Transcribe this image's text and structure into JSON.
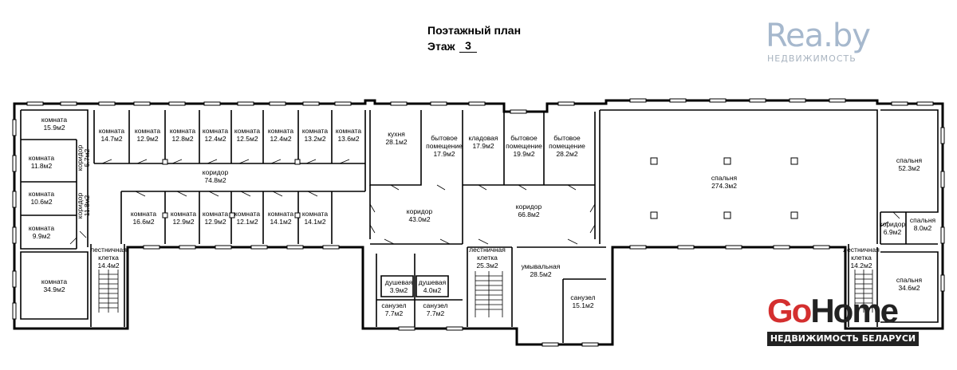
{
  "header": {
    "title": "Поэтажный план",
    "floor_label": "Этаж",
    "floor_value": "3"
  },
  "watermarks": {
    "rea": {
      "name": "Rea.by",
      "subtitle": "НЕДВИЖИМОСТЬ"
    },
    "gohome": {
      "go": "Go",
      "home": "Home",
      "subtitle": "НЕДВИЖИМОСТЬ БЕЛАРУСИ"
    }
  },
  "rooms": [
    {
      "id": "r-komnata-15-9",
      "lines": [
        "комната",
        "15.9м2"
      ]
    },
    {
      "id": "r-komnata-11-8",
      "lines": [
        "комната",
        "11.8м2"
      ]
    },
    {
      "id": "r-koridor-5-7",
      "lines": [
        "коридор",
        "5.7м2"
      ],
      "vertical": true
    },
    {
      "id": "r-komnata-10-6",
      "lines": [
        "комната",
        "10.6м2"
      ]
    },
    {
      "id": "r-koridor-11-8",
      "lines": [
        "коридор",
        "11.8м2"
      ],
      "vertical": true
    },
    {
      "id": "r-komnata-9-9",
      "lines": [
        "комната",
        "9.9м2"
      ]
    },
    {
      "id": "r-komnata-34-9",
      "lines": [
        "комната",
        "34.9м2"
      ]
    },
    {
      "id": "r-stair-left",
      "lines": [
        "лестничная",
        "клетка",
        "14.4м2"
      ]
    },
    {
      "id": "r-komnata-14-7",
      "lines": [
        "комната",
        "14.7м2"
      ]
    },
    {
      "id": "r-komnata-12-9a",
      "lines": [
        "комната",
        "12.9м2"
      ]
    },
    {
      "id": "r-komnata-12-8",
      "lines": [
        "комната",
        "12.8м2"
      ]
    },
    {
      "id": "r-komnata-12-4a",
      "lines": [
        "комната",
        "12.4м2"
      ]
    },
    {
      "id": "r-komnata-12-5",
      "lines": [
        "комната",
        "12.5м2"
      ]
    },
    {
      "id": "r-komnata-12-4b",
      "lines": [
        "комната",
        "12.4м2"
      ]
    },
    {
      "id": "r-komnata-13-2",
      "lines": [
        "комната",
        "13.2м2"
      ]
    },
    {
      "id": "r-komnata-13-6",
      "lines": [
        "комната",
        "13.6м2"
      ]
    },
    {
      "id": "r-koridor-74-8",
      "lines": [
        "коридор",
        "74.8м2"
      ]
    },
    {
      "id": "r-komnata-16-6",
      "lines": [
        "комната",
        "16.6м2"
      ]
    },
    {
      "id": "r-komnata-12-9b",
      "lines": [
        "комната",
        "12.9м2"
      ]
    },
    {
      "id": "r-komnata-12-9c",
      "lines": [
        "комната",
        "12.9м2"
      ]
    },
    {
      "id": "r-komnata-12-1",
      "lines": [
        "комната",
        "12.1м2"
      ]
    },
    {
      "id": "r-komnata-14-1a",
      "lines": [
        "комната",
        "14.1м2"
      ]
    },
    {
      "id": "r-komnata-14-1b",
      "lines": [
        "комната",
        "14.1м2"
      ]
    },
    {
      "id": "r-kuhnya",
      "lines": [
        "кухня",
        "28.1м2"
      ]
    },
    {
      "id": "r-bytovoe-17-9",
      "lines": [
        "бытовое",
        "помещение",
        "17.9м2"
      ]
    },
    {
      "id": "r-kladovaya",
      "lines": [
        "кладовая",
        "17.9м2"
      ]
    },
    {
      "id": "r-bytovoe-19-9",
      "lines": [
        "бытовое",
        "помещение",
        "19.9м2"
      ]
    },
    {
      "id": "r-bytovoe-28-2",
      "lines": [
        "бытовое",
        "помещение",
        "28.2м2"
      ]
    },
    {
      "id": "r-koridor-43",
      "lines": [
        "коридор",
        "43.0м2"
      ]
    },
    {
      "id": "r-koridor-66-8",
      "lines": [
        "коридор",
        "66.8м2"
      ]
    },
    {
      "id": "r-dushevaya-3-9",
      "lines": [
        "душевая",
        "3.9м2"
      ]
    },
    {
      "id": "r-dushevaya-4-0",
      "lines": [
        "душевая",
        "4.0м2"
      ]
    },
    {
      "id": "r-sanuzel-7-7a",
      "lines": [
        "санузел",
        "7.7м2"
      ]
    },
    {
      "id": "r-sanuzel-7-7b",
      "lines": [
        "санузел",
        "7.7м2"
      ]
    },
    {
      "id": "r-stair-center",
      "lines": [
        "лестничная",
        "клетка",
        "25.3м2"
      ]
    },
    {
      "id": "r-umyvalnaya",
      "lines": [
        "умывальная",
        "28.5м2"
      ]
    },
    {
      "id": "r-sanuzel-15-1",
      "lines": [
        "санузел",
        "15.1м2"
      ]
    },
    {
      "id": "r-spalnya-274",
      "lines": [
        "спальня",
        "274.3м2"
      ]
    },
    {
      "id": "r-spalnya-52",
      "lines": [
        "спальня",
        "52.3м2"
      ]
    },
    {
      "id": "r-koridor-6-9",
      "lines": [
        "коридор",
        "6.9м2"
      ]
    },
    {
      "id": "r-spalnya-8",
      "lines": [
        "спальня",
        "8.0м2"
      ]
    },
    {
      "id": "r-stair-right",
      "lines": [
        "лестничная",
        "клетка",
        "14.2м2"
      ]
    },
    {
      "id": "r-spalnya-34-6",
      "lines": [
        "спальня",
        "34.6м2"
      ]
    }
  ]
}
